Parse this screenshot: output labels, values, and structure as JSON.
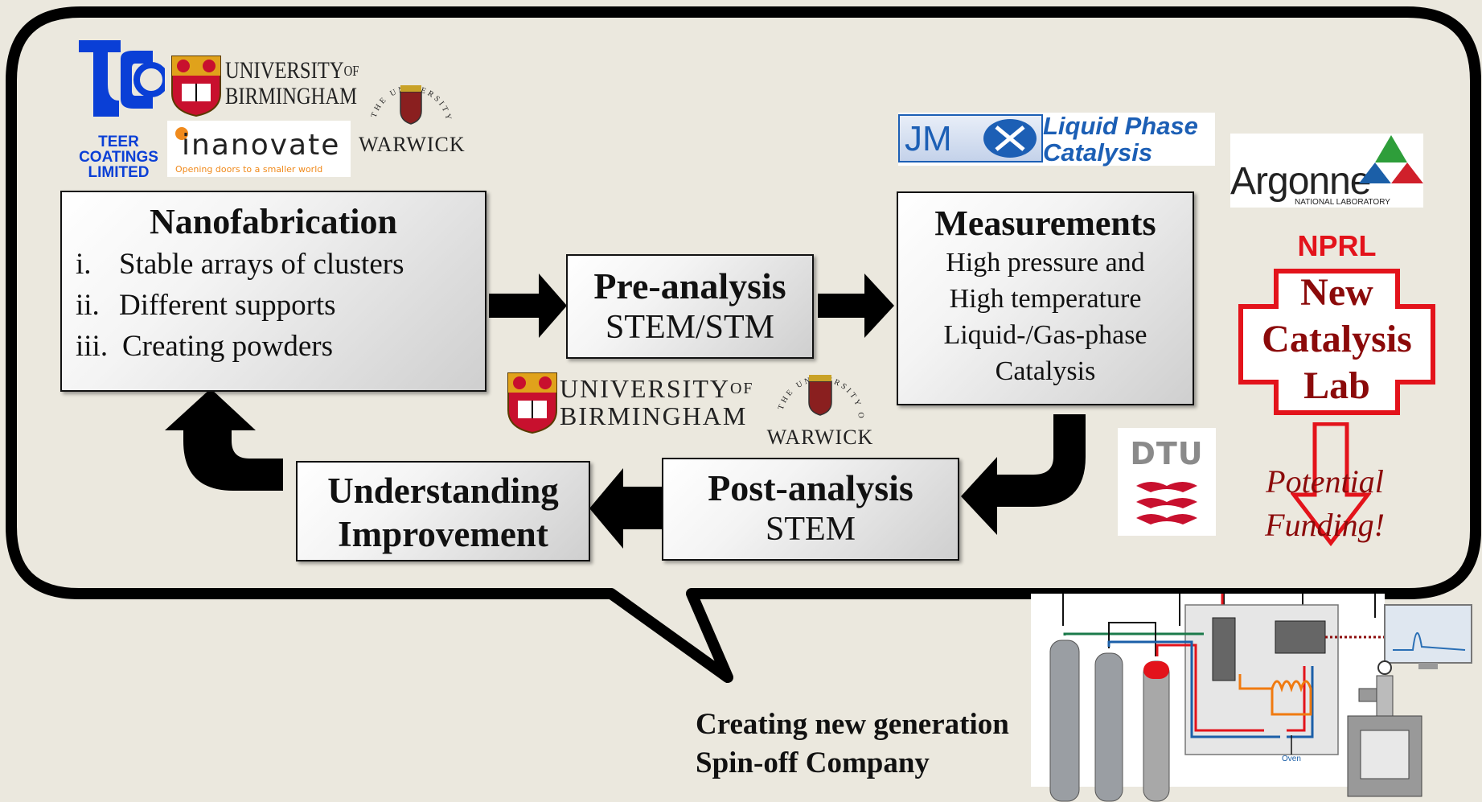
{
  "nanofab": {
    "title": "Nanofabrication",
    "items": [
      {
        "num": "i.",
        "text": "Stable arrays of clusters"
      },
      {
        "num": "ii.",
        "text": "Different supports"
      },
      {
        "num": "iii.",
        "text": "Creating powders"
      }
    ]
  },
  "preanalysis": {
    "title": "Pre-analysis",
    "sub": "STEM/STM"
  },
  "measurements": {
    "title": "Measurements",
    "lines": [
      "High pressure and",
      "High temperature",
      "Liquid-/Gas-phase",
      "Catalysis"
    ]
  },
  "postanalysis": {
    "title": "Post-analysis",
    "sub": "STEM"
  },
  "understanding": {
    "line1": "Understanding",
    "line2": "Improvement"
  },
  "logos": {
    "teer": [
      "TEER",
      "COATINGS",
      "LIMITED"
    ],
    "birmingham": [
      "UNIVERSITY",
      "OF",
      "BIRMINGHAM"
    ],
    "warwick": {
      "name": "WARWICK",
      "arc": "THE UNIVERSITY OF"
    },
    "inanovate": {
      "name": "inanovate",
      "tagline": "Opening doors to a smaller world"
    },
    "jm": {
      "initials": "JM",
      "line1": "Liquid Phase",
      "line2": "Catalysis"
    },
    "argonne": {
      "name": "Argonne",
      "sub": "NATIONAL LABORATORY"
    },
    "dtu": "DTU"
  },
  "nprl": {
    "label": "NPRL",
    "lines": [
      "New",
      "Catalysis",
      "Lab"
    ],
    "potential": [
      "Potential",
      "Funding!"
    ]
  },
  "caption": {
    "line1": "Creating new generation",
    "line2": "Spin-off Company"
  },
  "apparatus": {
    "oven_label": "Oven"
  },
  "colors": {
    "background": "#ebe8de",
    "nprl_red": "#e3131b",
    "nprl_text": "#8b0a0a",
    "jm_blue": "#1c5fb5",
    "teer_blue": "#0a3fd6"
  }
}
